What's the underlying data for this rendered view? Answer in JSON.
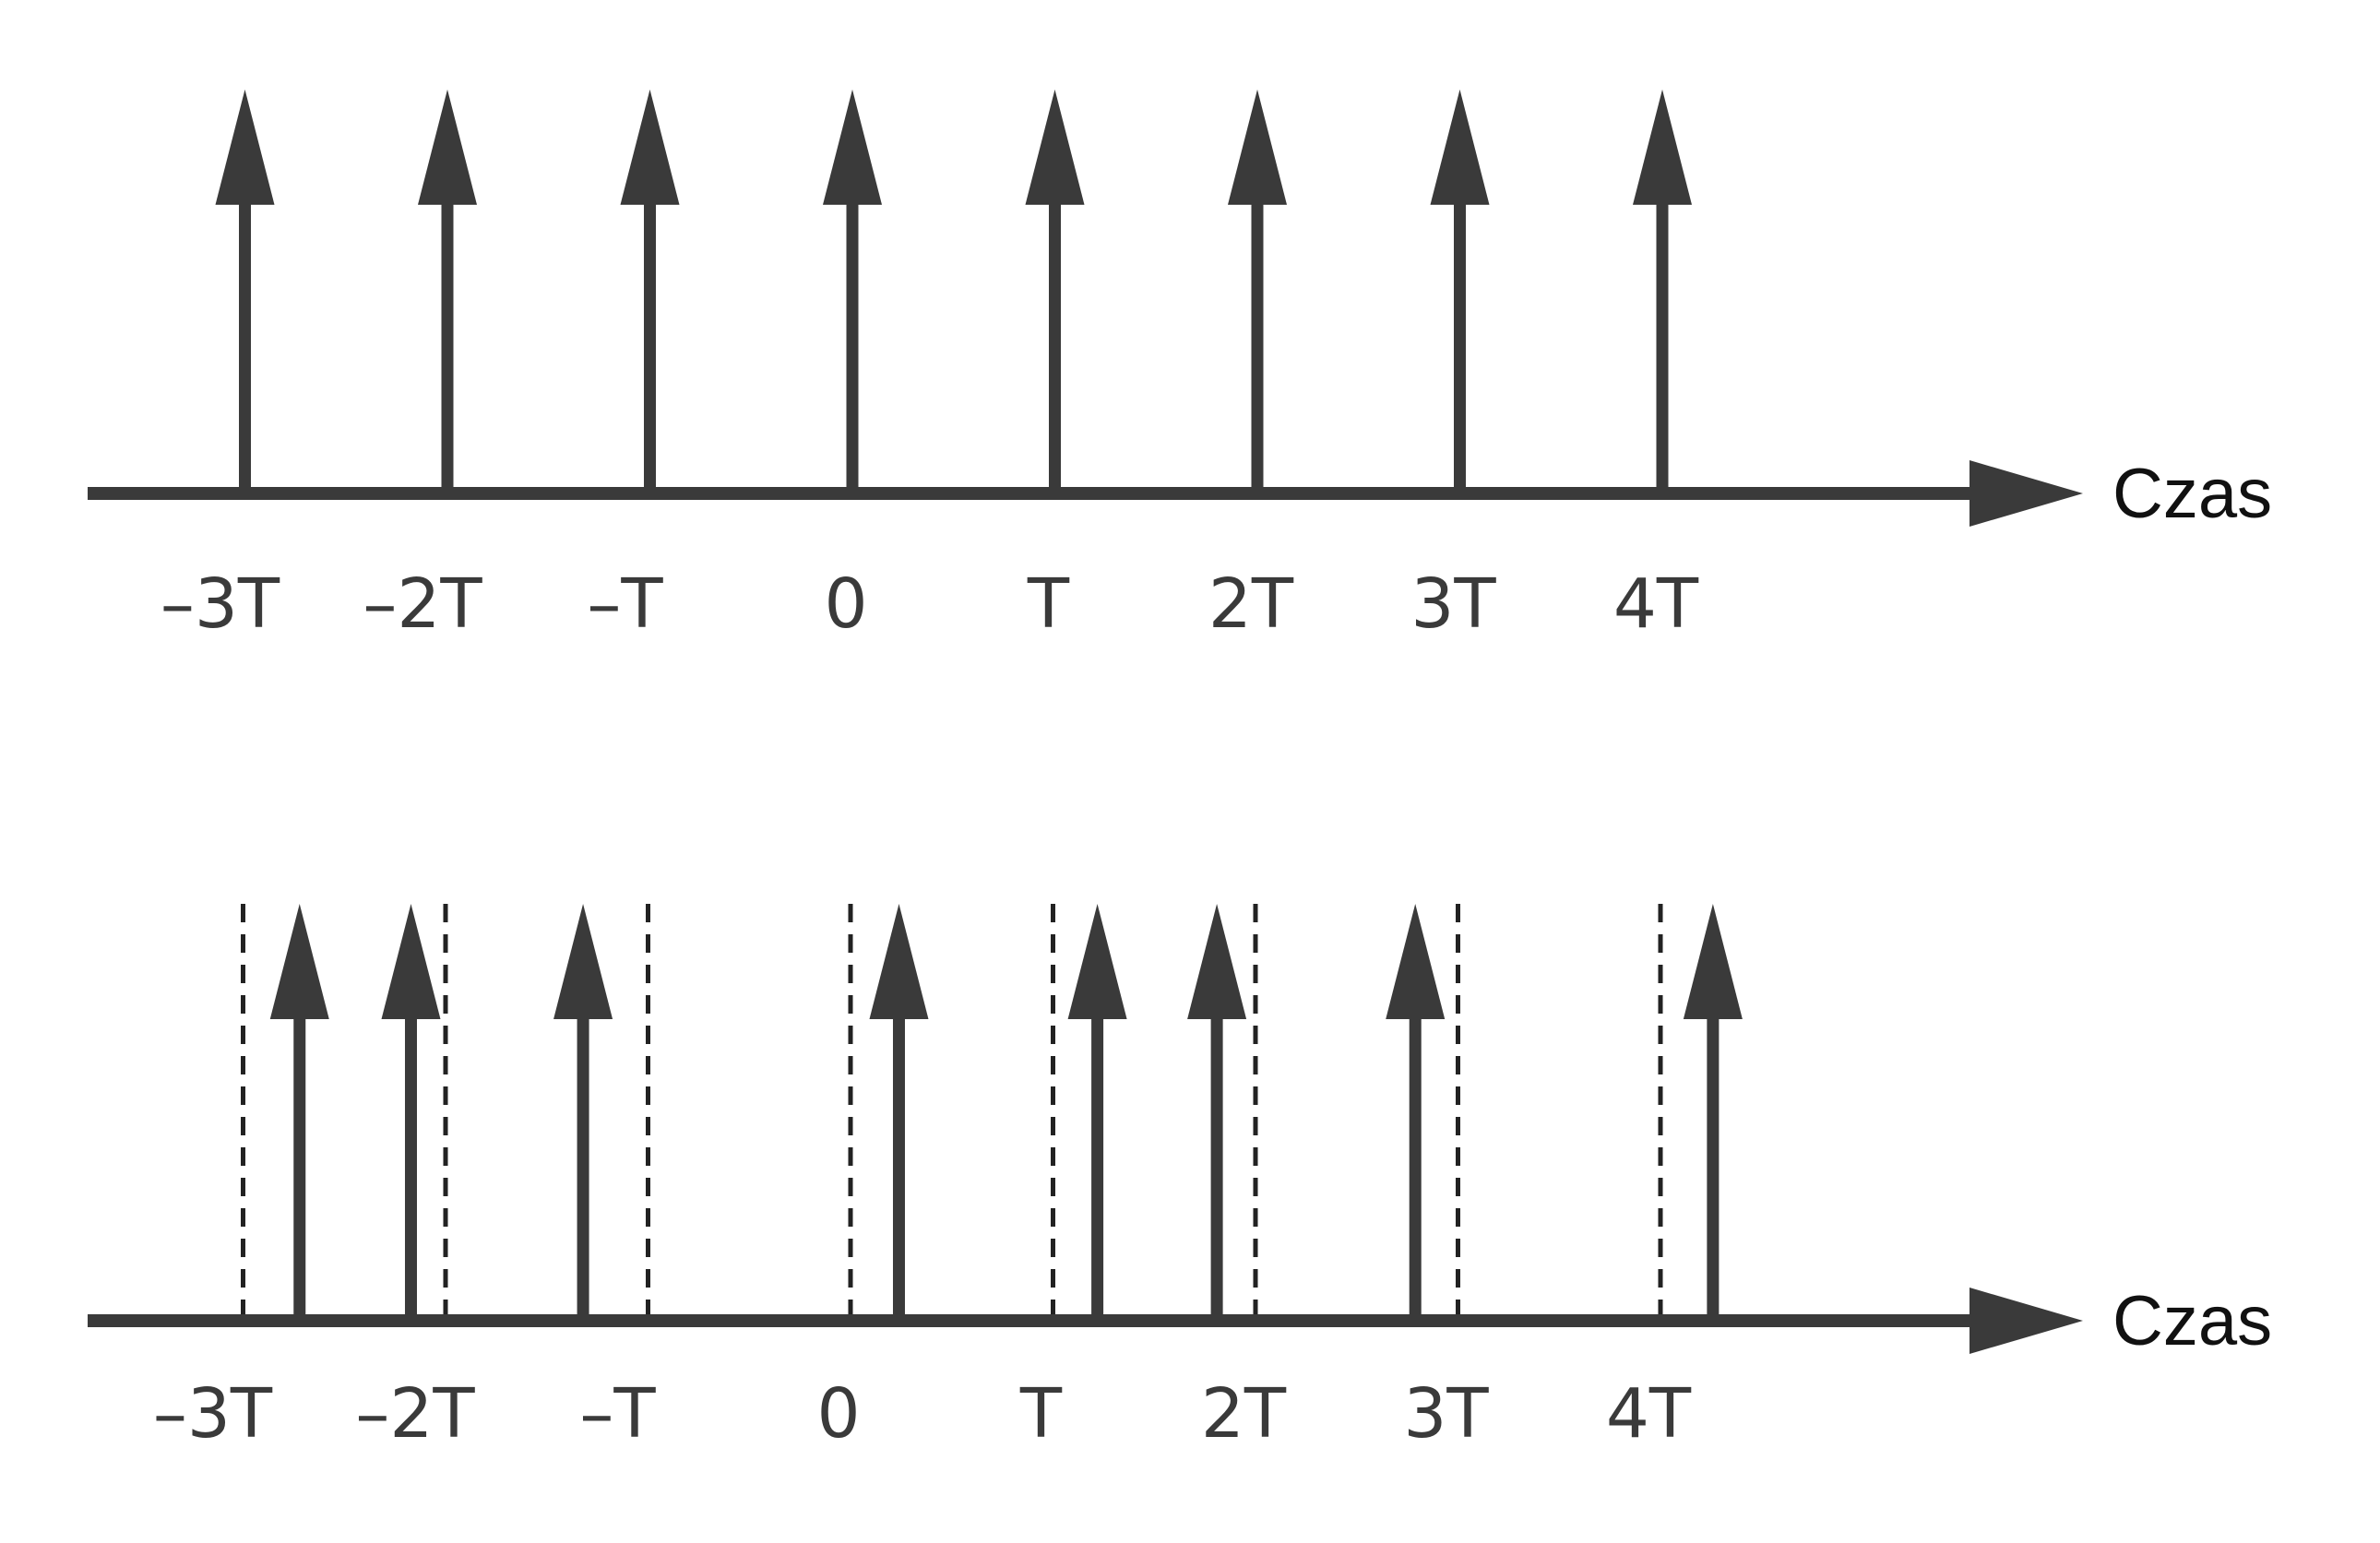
{
  "colors": {
    "background": "#ffffff",
    "ink": "#3a3a3a"
  },
  "diagram": {
    "panels": [
      {
        "id": "regular",
        "axis_label": "Czas",
        "ticks": [
          {
            "label": "–3T",
            "t": -3
          },
          {
            "label": "–2T",
            "t": -2
          },
          {
            "label": "–T",
            "t": -1
          },
          {
            "label": "0",
            "t": 0
          },
          {
            "label": "T",
            "t": 1
          },
          {
            "label": "2T",
            "t": 2
          },
          {
            "label": "3T",
            "t": 3
          },
          {
            "label": "4T",
            "t": 4
          }
        ],
        "reference_lines": [],
        "impulses": [
          -3,
          -2,
          -1,
          0,
          1,
          2,
          3,
          4
        ]
      },
      {
        "id": "jittered",
        "axis_label": "Czas",
        "ticks": [
          {
            "label": "–3T",
            "t": -3
          },
          {
            "label": "–2T",
            "t": -2
          },
          {
            "label": "–T",
            "t": -1
          },
          {
            "label": "0",
            "t": 0
          },
          {
            "label": "T",
            "t": 1
          },
          {
            "label": "2T",
            "t": 2
          },
          {
            "label": "3T",
            "t": 3
          },
          {
            "label": "4T",
            "t": 4
          }
        ],
        "reference_lines": [
          -3,
          -2,
          -1,
          0,
          1,
          2,
          3,
          4
        ],
        "impulses": [
          -2.73,
          -2.18,
          -1.33,
          0.23,
          1.21,
          1.8,
          2.78,
          4.25
        ]
      }
    ]
  }
}
